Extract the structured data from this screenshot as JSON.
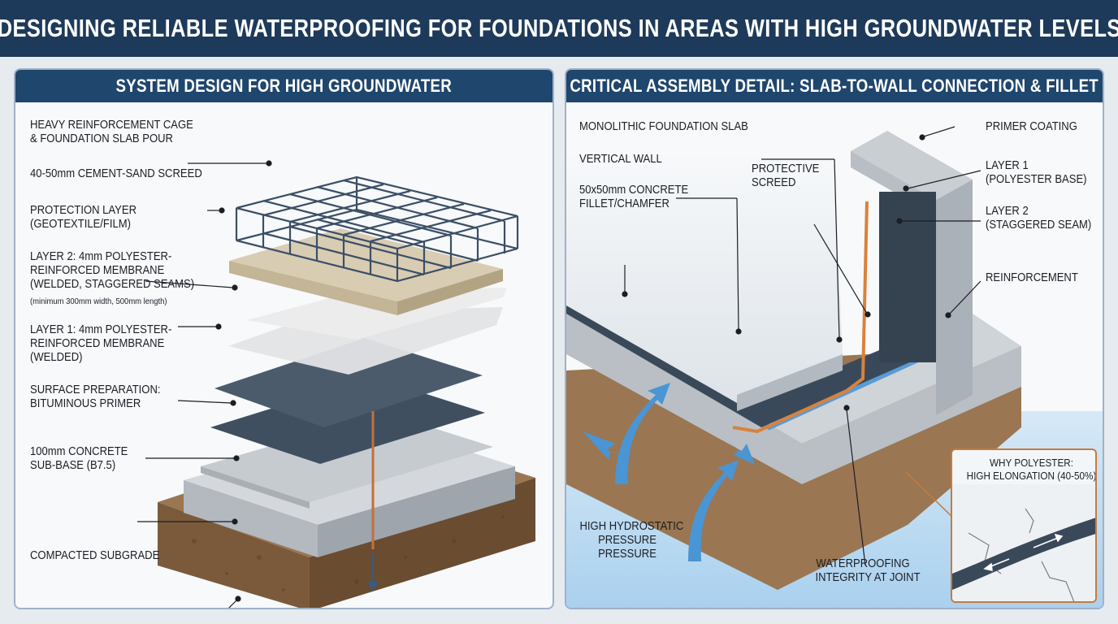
{
  "title": "DESIGNING RELIABLE WATERPROOFING FOR FOUNDATIONS IN AREAS WITH HIGH GROUNDWATER LEVELS",
  "left_panel": {
    "header": "SYSTEM DESIGN FOR HIGH GROUNDWATER",
    "labels": {
      "cage": [
        "HEAVY REINFORCEMENT CAGE",
        "& FOUNDATION SLAB POUR"
      ],
      "screed": "40-50mm CEMENT-SAND SCREED",
      "protection": [
        "PROTECTION LAYER",
        "(GEOTEXTILE/FILM)"
      ],
      "layer2": [
        "LAYER 2: 4mm POLYESTER-",
        "REINFORCED MEMBRANE",
        "(WELDED, STAGGERED SEAMS)"
      ],
      "layer2_note": "(minimum 300mm width, 500mm length)",
      "layer1": [
        "LAYER 1: 4mm POLYESTER-",
        "REINFORCED MEMBRANE",
        "(WELDED)"
      ],
      "primer": [
        "SURFACE PREPARATION:",
        "BITUMINOUS PRIMER"
      ],
      "subbase": [
        "100mm CONCRETE",
        "SUB-BASE (B7.5)"
      ],
      "subgrade": "COMPACTED SUBGRADE"
    }
  },
  "right_panel": {
    "header": "CRITICAL ASSEMBLY DETAIL: SLAB-TO-WALL CONNECTION & FILLET",
    "labels": {
      "slab": "MONOLITHIC FOUNDATION SLAB",
      "wall": "VERTICAL WALL",
      "fillet": [
        "50x50mm CONCRETE",
        "FILLET/CHAMFER"
      ],
      "protective_screed": [
        "PROTECTIVE",
        "SCREED"
      ],
      "primer_coating": "PRIMER COATING",
      "layer1": [
        "LAYER 1",
        "(POLYESTER BASE)"
      ],
      "layer2": [
        "LAYER 2",
        "(STAGGERED SEAM)"
      ],
      "reinforcement": "REINFORCEMENT",
      "hydrostatic": [
        "HIGH HYDROSTATIC",
        "PRESSURE",
        "PRESSURE"
      ],
      "integrity": [
        "WATERPROOFING",
        "INTEGRITY AT JOINT"
      ],
      "why": [
        "WHY POLYESTER:",
        "HIGH ELONGATION (40-50%)"
      ]
    }
  },
  "colors": {
    "title_bg": "#1d3a5a",
    "header_bg": "#1f466d",
    "membrane": "#3d4d5e",
    "concrete": "#c9ced3",
    "soil": "#8a6a4a",
    "water_arrow": "#3d8fd1",
    "primer_orange": "#d9823b"
  }
}
